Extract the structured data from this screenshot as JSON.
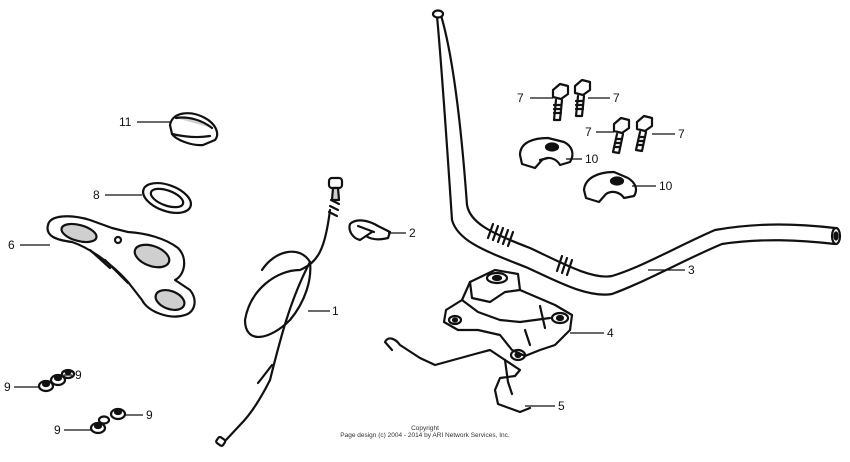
{
  "callouts": {
    "c1": "1",
    "c2": "2",
    "c3": "3",
    "c4": "4",
    "c5": "5",
    "c6": "6",
    "c8": "8",
    "c11": "11",
    "c7a": "7",
    "c7b": "7",
    "c7c": "7",
    "c7d": "7",
    "c9a": "9",
    "c9b": "9",
    "c9c": "9",
    "c9d": "9",
    "c10a": "10",
    "c10b": "10"
  },
  "copyright": {
    "line1": "Copyright",
    "line2": "Page design (c) 2004 - 2014 by ARI Network Services, Inc."
  }
}
